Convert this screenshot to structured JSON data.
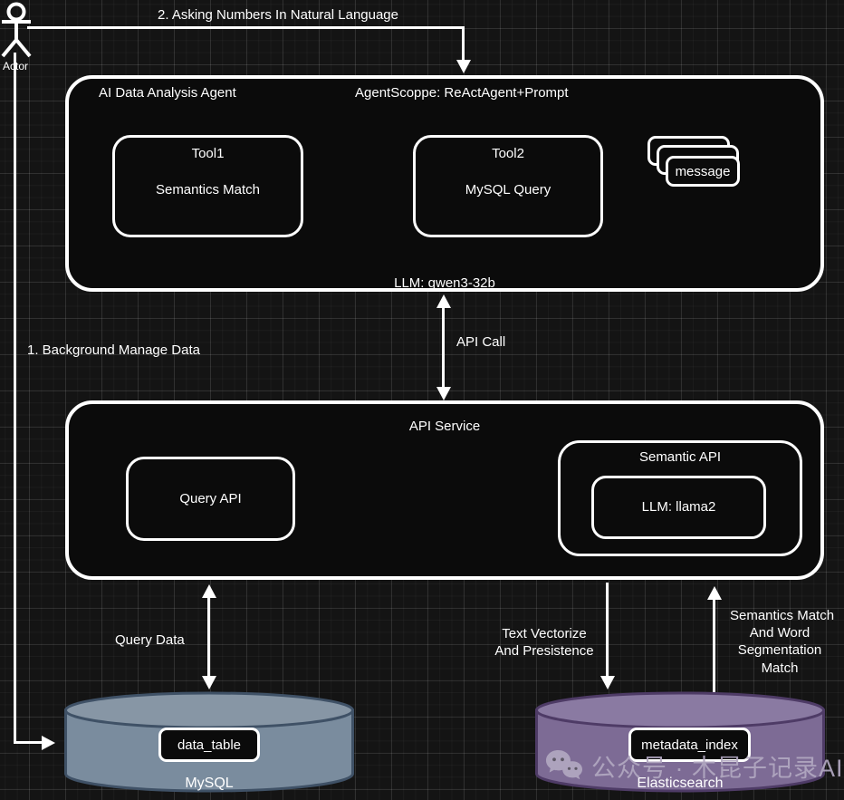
{
  "colors": {
    "background": "#141414",
    "node_fill": "#0b0b0b",
    "node_stroke": "#ffffff",
    "mysql_fill": "#7a8c9e",
    "mysql_top_fill": "#8796a5",
    "mysql_stroke": "#3f5166",
    "elastic_fill": "#7d6b95",
    "elastic_top_fill": "#8a7aa2",
    "elastic_stroke": "#4e3b66",
    "watermark": "#b2a8c1"
  },
  "actor": {
    "label": "Actor",
    "icon": "actor-stick-figure-icon"
  },
  "arrows": {
    "asking_label": "2. Asking Numbers In Natural Language",
    "background_label": "1. Background Manage Data",
    "api_call_label": "API Call",
    "query_data_label": "Query Data",
    "vectorize_lines": [
      "Text Vectorize",
      "And Presistence"
    ],
    "semantics_lines": [
      "Semantics Match",
      "And Word",
      "Segmentation",
      "Match"
    ]
  },
  "agent": {
    "title": "AI Data Analysis Agent",
    "scope": "AgentScoppe: ReActAgent+Prompt",
    "tool1": {
      "name": "Tool1",
      "desc": "Semantics Match"
    },
    "tool2": {
      "name": "Tool2",
      "desc": "MySQL Query"
    },
    "message_front": "message",
    "message_middle": "message",
    "llm": "LLM: qwen3-32b"
  },
  "api_service": {
    "title": "API Service",
    "query_api": "Query API",
    "semantic_api": "Semantic API",
    "llm": "LLM: llama2"
  },
  "databases": {
    "mysql": {
      "table": "data_table",
      "name": "MySQL"
    },
    "elasticsearch": {
      "index": "metadata_index",
      "name": "Elasticsearch"
    }
  },
  "watermark": {
    "text": "公众号 · 木昆子记录AI",
    "icon": "wechat-icon"
  }
}
